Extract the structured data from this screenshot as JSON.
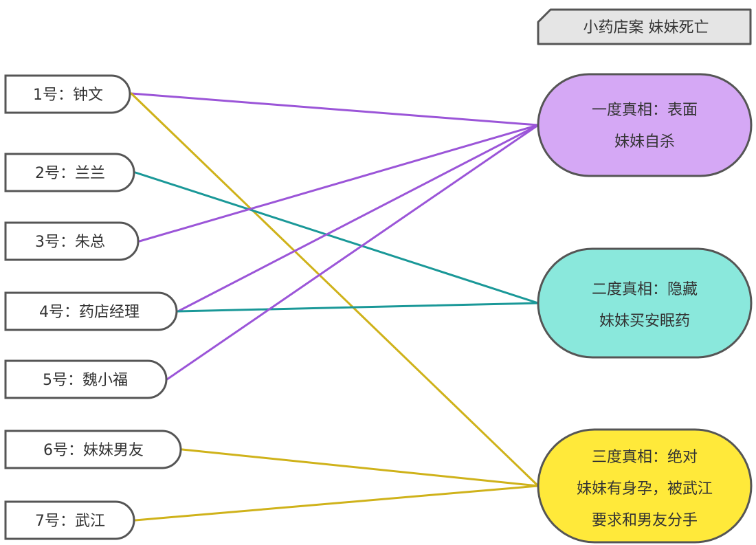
{
  "title": "小药店案 妹妹死亡",
  "colors": {
    "stroke": "#555555",
    "text": "#333333",
    "truth1_fill": "#D5A8F5",
    "truth2_fill": "#8AE8DC",
    "truth3_fill": "#FFE93A",
    "link_purple": "#9B55D8",
    "link_teal": "#1A9898",
    "link_yellow": "#CFB21A"
  },
  "people": [
    {
      "id": "p1",
      "label": "1号：钟文"
    },
    {
      "id": "p2",
      "label": "2号：兰兰"
    },
    {
      "id": "p3",
      "label": "3号：朱总"
    },
    {
      "id": "p4",
      "label": "4号：药店经理"
    },
    {
      "id": "p5",
      "label": "5号：魏小福"
    },
    {
      "id": "p6",
      "label": "6号：妹妹男友"
    },
    {
      "id": "p7",
      "label": "7号：武江"
    }
  ],
  "truths": [
    {
      "id": "t1",
      "lines": [
        "一度真相：表面",
        "妹妹自杀"
      ]
    },
    {
      "id": "t2",
      "lines": [
        "二度真相：隐藏",
        "妹妹买安眠药"
      ]
    },
    {
      "id": "t3",
      "lines": [
        "三度真相：绝对",
        "妹妹有身孕，被武江",
        "要求和男友分手"
      ]
    }
  ],
  "links": [
    {
      "from": "p1",
      "to": "t1",
      "color": "link_purple"
    },
    {
      "from": "p1",
      "to": "t3",
      "color": "link_yellow"
    },
    {
      "from": "p2",
      "to": "t2",
      "color": "link_teal"
    },
    {
      "from": "p3",
      "to": "t1",
      "color": "link_purple"
    },
    {
      "from": "p4",
      "to": "t1",
      "color": "link_purple"
    },
    {
      "from": "p4",
      "to": "t2",
      "color": "link_teal"
    },
    {
      "from": "p5",
      "to": "t1",
      "color": "link_purple"
    },
    {
      "from": "p6",
      "to": "t3",
      "color": "link_yellow"
    },
    {
      "from": "p7",
      "to": "t3",
      "color": "link_yellow"
    }
  ]
}
